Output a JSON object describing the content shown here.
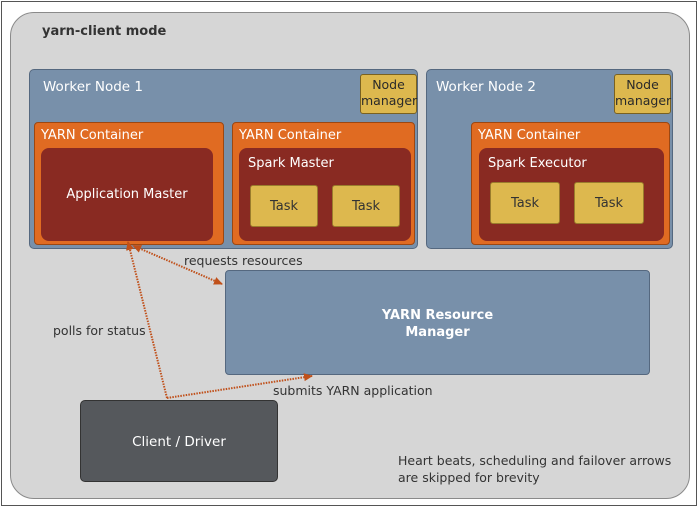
{
  "title": "yarn-client mode",
  "worker1": {
    "label": "Worker Node 1",
    "node_manager": [
      "Node",
      "manager"
    ],
    "container_left": {
      "label": "YARN Container",
      "inner": "Application Master"
    },
    "container_right": {
      "label": "YARN Container",
      "inner": "Spark Master",
      "tasks": [
        "Task",
        "Task"
      ]
    }
  },
  "worker2": {
    "label": "Worker Node 2",
    "node_manager": [
      "Node",
      "manager"
    ],
    "container": {
      "label": "YARN Container",
      "inner": "Spark Executor",
      "tasks": [
        "Task",
        "Task"
      ]
    }
  },
  "resource_manager": [
    "YARN Resource",
    "Manager"
  ],
  "client": "Client / Driver",
  "arrows": {
    "requests": "requests resources",
    "polls": "polls for status",
    "submits": "submits YARN application"
  },
  "note": [
    "Heart beats, scheduling and failover arrows",
    "are skipped for brevity"
  ],
  "colors": {
    "node": "#7890aa",
    "container": "#e06b22",
    "inner": "#892a22",
    "task": "#ddb84e",
    "client": "#55585c",
    "arrow": "#c0501a"
  }
}
